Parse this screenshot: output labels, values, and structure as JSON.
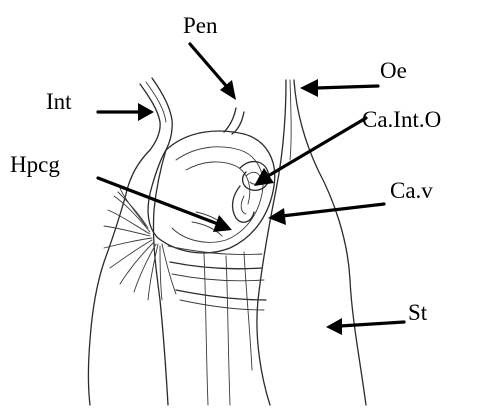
{
  "labels": {
    "pen": "Pen",
    "oe": "Oe",
    "int": "Int",
    "ca_int_o": "Ca.Int.O",
    "hpcg": "Hpcg",
    "ca_v": "Ca.v",
    "st": "St"
  },
  "colors": {
    "background": "#ffffff",
    "ink": "#000000",
    "drawing": "#2b2b2b"
  }
}
